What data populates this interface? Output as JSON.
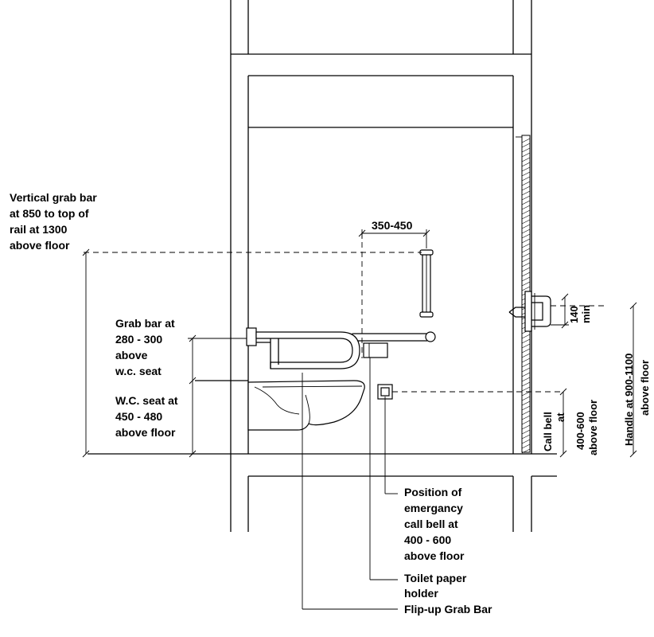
{
  "annotations": {
    "vertical_grab_bar": [
      "Vertical grab bar",
      "at 850 to top of",
      "rail at 1300",
      "above floor"
    ],
    "grab_bar": [
      "Grab bar at",
      "280 - 300",
      "above",
      "w.c. seat"
    ],
    "wc_seat": [
      "W.C. seat at",
      "450 - 480",
      "above floor"
    ],
    "emergency_bell": [
      "Position of",
      "emergancy",
      "call bell at",
      "400 - 600",
      "above floor"
    ],
    "toilet_paper": [
      "Toilet paper",
      "holder"
    ],
    "flip_up": [
      "Flip-up Grab Bar"
    ]
  },
  "dimensions": {
    "horizontal_spacing": "350-450",
    "handle_min": [
      "140",
      "min"
    ],
    "call_bell": [
      "Call bell",
      "at"
    ],
    "call_bell_height": [
      "400-600",
      "above floor"
    ],
    "handle_height": [
      "Handle at 900-1100",
      "above floor"
    ]
  }
}
